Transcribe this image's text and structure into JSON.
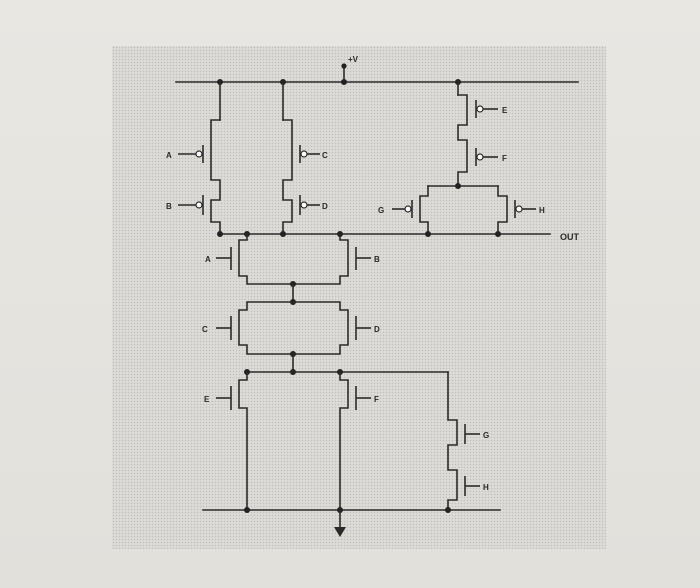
{
  "diagram": {
    "supply_label": "+V",
    "output_label": "OUT",
    "gate_labels": {
      "pA": "A",
      "pB": "B",
      "pC": "C",
      "pD": "D",
      "pE": "E",
      "pF": "F",
      "pG": "G",
      "pH": "H",
      "nA": "A",
      "nB": "B",
      "nC": "C",
      "nD": "D",
      "nE": "E",
      "nF": "F",
      "nG": "G",
      "nH": "H"
    }
  }
}
